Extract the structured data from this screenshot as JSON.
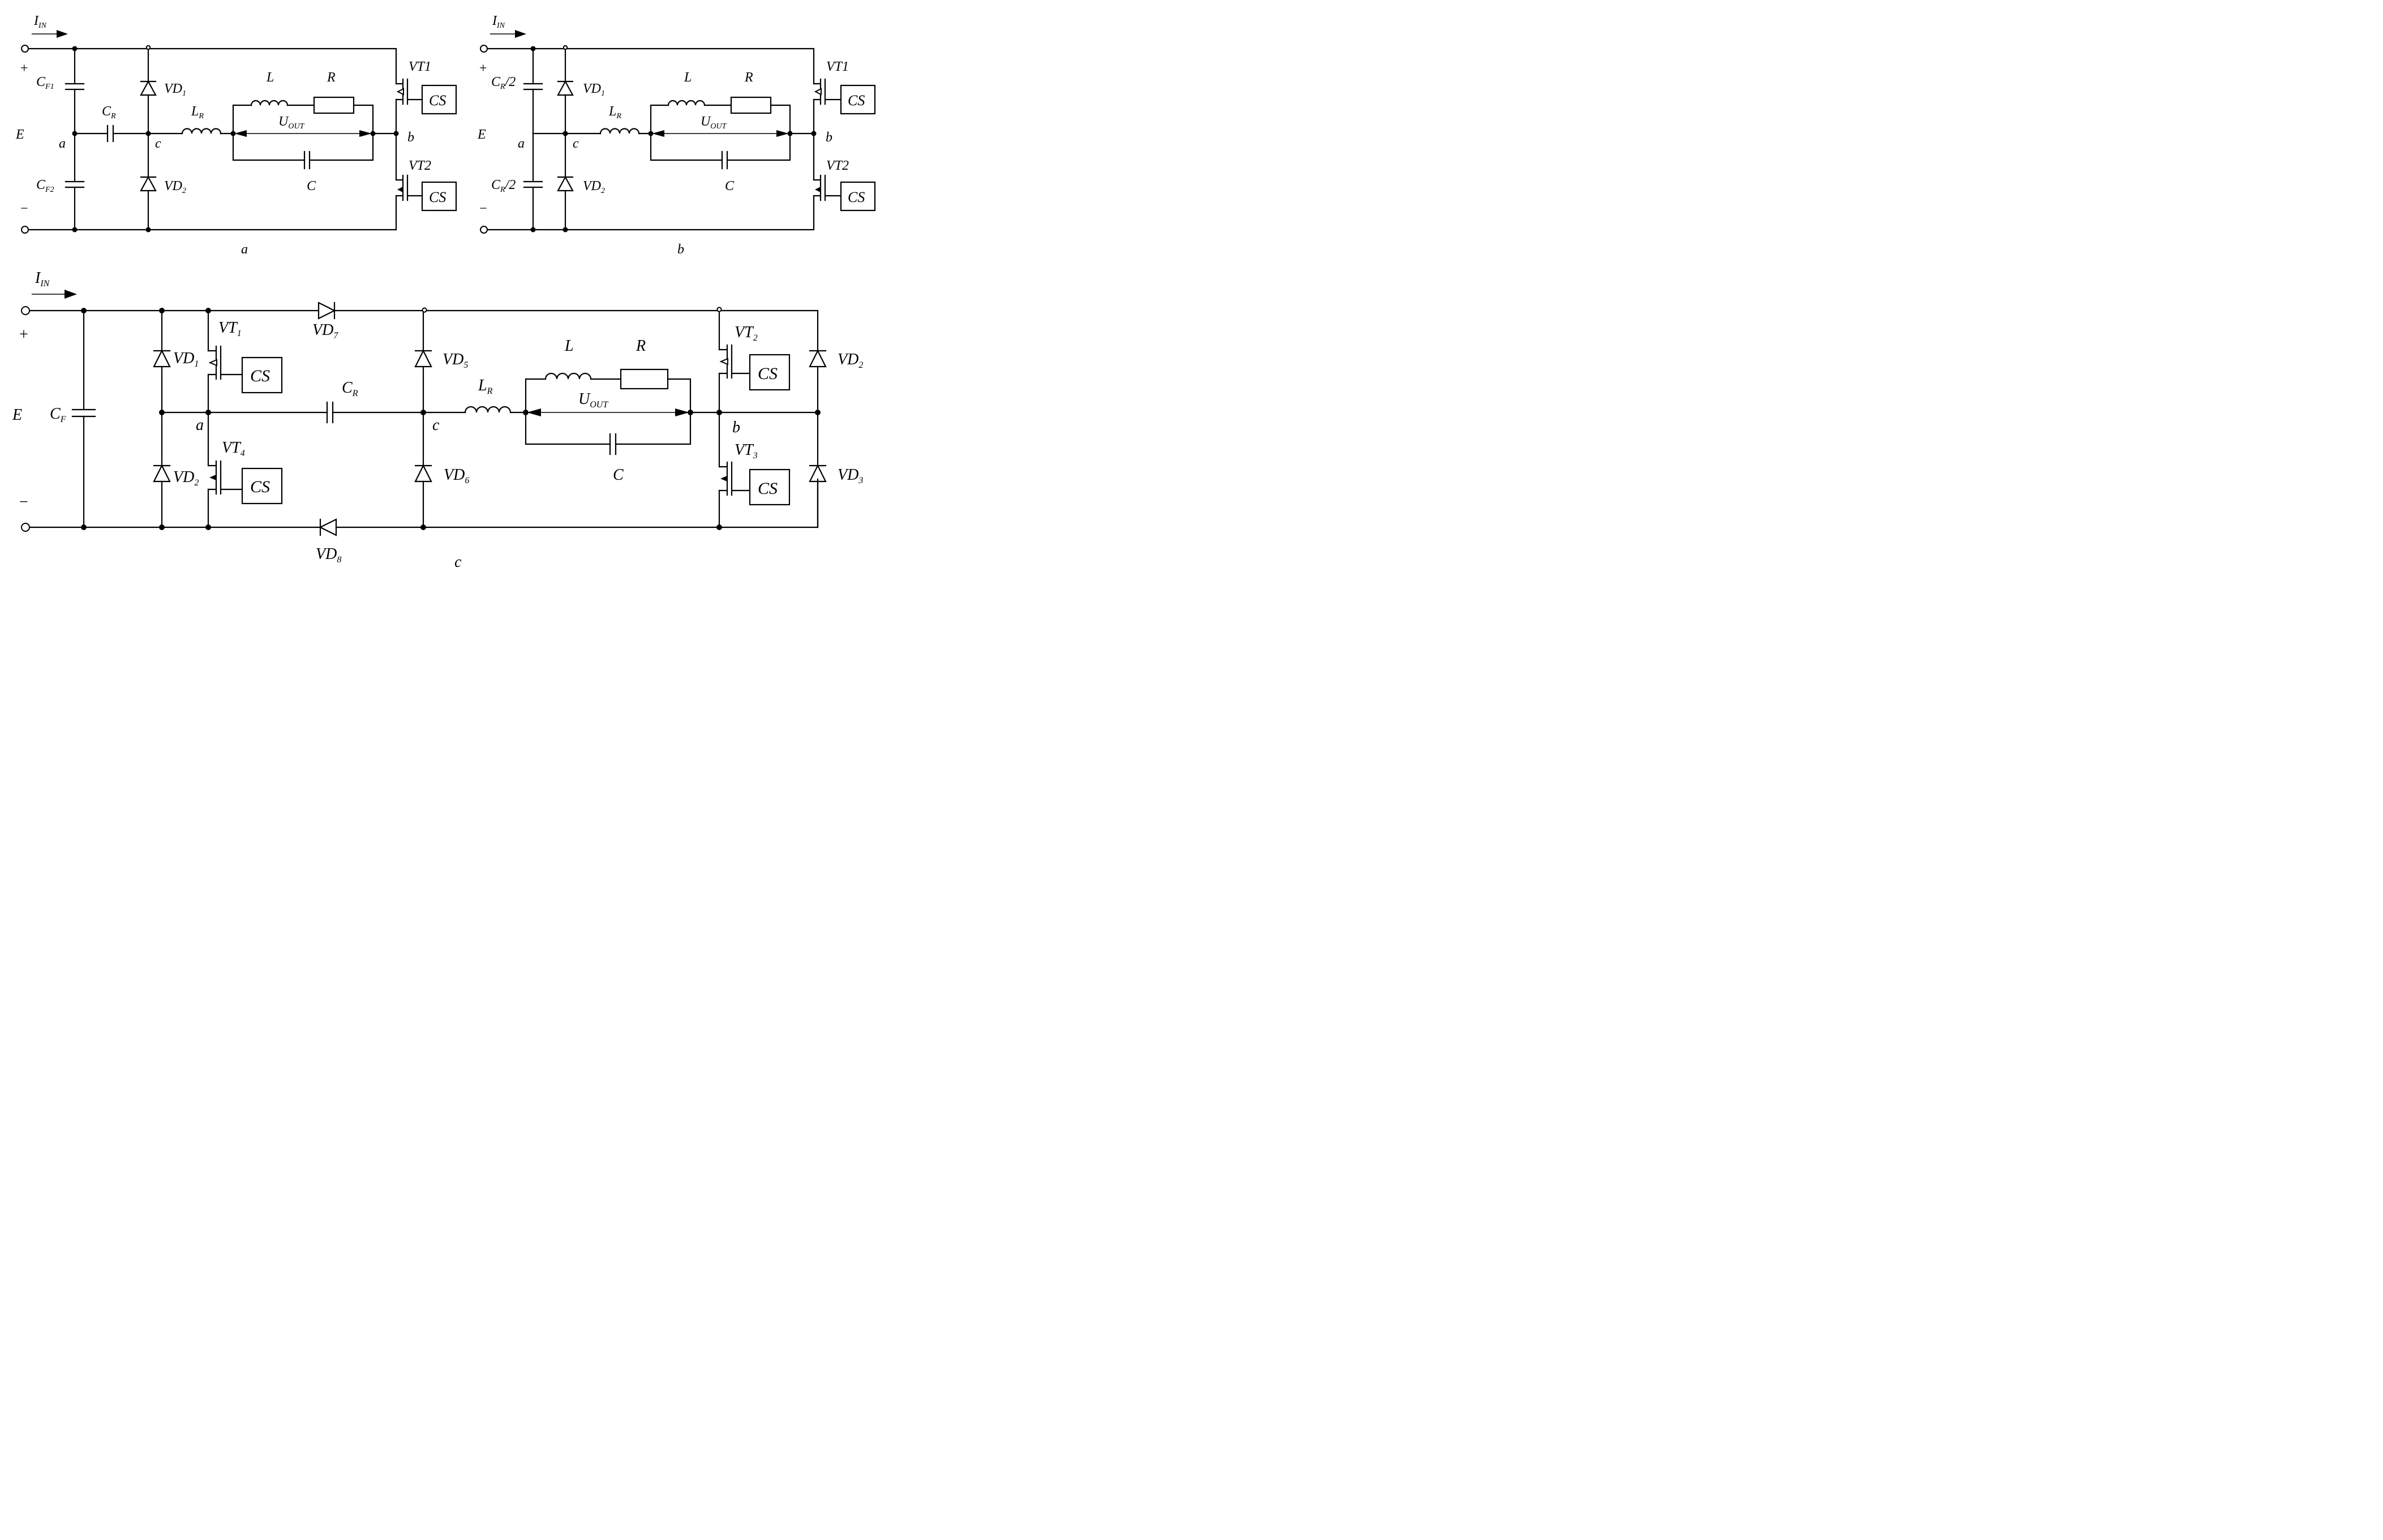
{
  "panel_a": {
    "caption": "a",
    "current": {
      "main": "I",
      "sub": "IN"
    },
    "plus": "+",
    "minus": "−",
    "source": "E",
    "cap_top": {
      "main": "C",
      "sub": "F1"
    },
    "cap_bottom": {
      "main": "C",
      "sub": "F2"
    },
    "cap_resonant": {
      "main": "C",
      "sub": "R"
    },
    "diode_top": {
      "main": "VD",
      "sub": "1"
    },
    "diode_bottom": {
      "main": "VD",
      "sub": "2"
    },
    "inductor_resonant": {
      "main": "L",
      "sub": "R"
    },
    "load_inductor": "L",
    "load_resistor": "R",
    "output_voltage": {
      "main": "U",
      "sub": "OUT"
    },
    "load_cap": "C",
    "node_a": "a",
    "node_b": "b",
    "node_c": "c",
    "switch_top": "VT1",
    "switch_bottom": "VT2",
    "control_box": "CS"
  },
  "panel_b": {
    "caption": "b",
    "current": {
      "main": "I",
      "sub": "IN"
    },
    "plus": "+",
    "minus": "−",
    "source": "E",
    "cap_top": {
      "main": "C",
      "sub": "R",
      "suffix": "/2"
    },
    "cap_bottom": {
      "main": "C",
      "sub": "R",
      "suffix": "/2"
    },
    "diode_top": {
      "main": "VD",
      "sub": "1"
    },
    "diode_bottom": {
      "main": "VD",
      "sub": "2"
    },
    "inductor_resonant": {
      "main": "L",
      "sub": "R"
    },
    "load_inductor": "L",
    "load_resistor": "R",
    "output_voltage": {
      "main": "U",
      "sub": "OUT"
    },
    "load_cap": "C",
    "node_a": "a",
    "node_b": "b",
    "node_c": "c",
    "switch_top": "VT1",
    "switch_bottom": "VT2",
    "control_box": "CS"
  },
  "panel_c": {
    "caption": "c",
    "current": {
      "main": "I",
      "sub": "IN"
    },
    "plus": "+",
    "minus": "−",
    "source": "E",
    "cap_filter": {
      "main": "C",
      "sub": "F"
    },
    "cap_resonant": {
      "main": "C",
      "sub": "R"
    },
    "inductor_resonant": {
      "main": "L",
      "sub": "R"
    },
    "load_inductor": "L",
    "load_resistor": "R",
    "output_voltage": {
      "main": "U",
      "sub": "OUT"
    },
    "load_cap": "C",
    "node_a": "a",
    "node_b": "b",
    "node_c": "c",
    "diodes": {
      "vd1": {
        "main": "VD",
        "sub": "1"
      },
      "vd2_left": {
        "main": "VD",
        "sub": "2"
      },
      "vd5": {
        "main": "VD",
        "sub": "5"
      },
      "vd6": {
        "main": "VD",
        "sub": "6"
      },
      "vd2_right": {
        "main": "VD",
        "sub": "2"
      },
      "vd3": {
        "main": "VD",
        "sub": "3"
      },
      "vd7": {
        "main": "VD",
        "sub": "7"
      },
      "vd8": {
        "main": "VD",
        "sub": "8"
      }
    },
    "switches": {
      "vt1": {
        "main": "VT",
        "sub": "1"
      },
      "vt4": {
        "main": "VT",
        "sub": "4"
      },
      "vt2": {
        "main": "VT",
        "sub": "2"
      },
      "vt3": {
        "main": "VT",
        "sub": "3"
      }
    },
    "control_box": "CS"
  }
}
